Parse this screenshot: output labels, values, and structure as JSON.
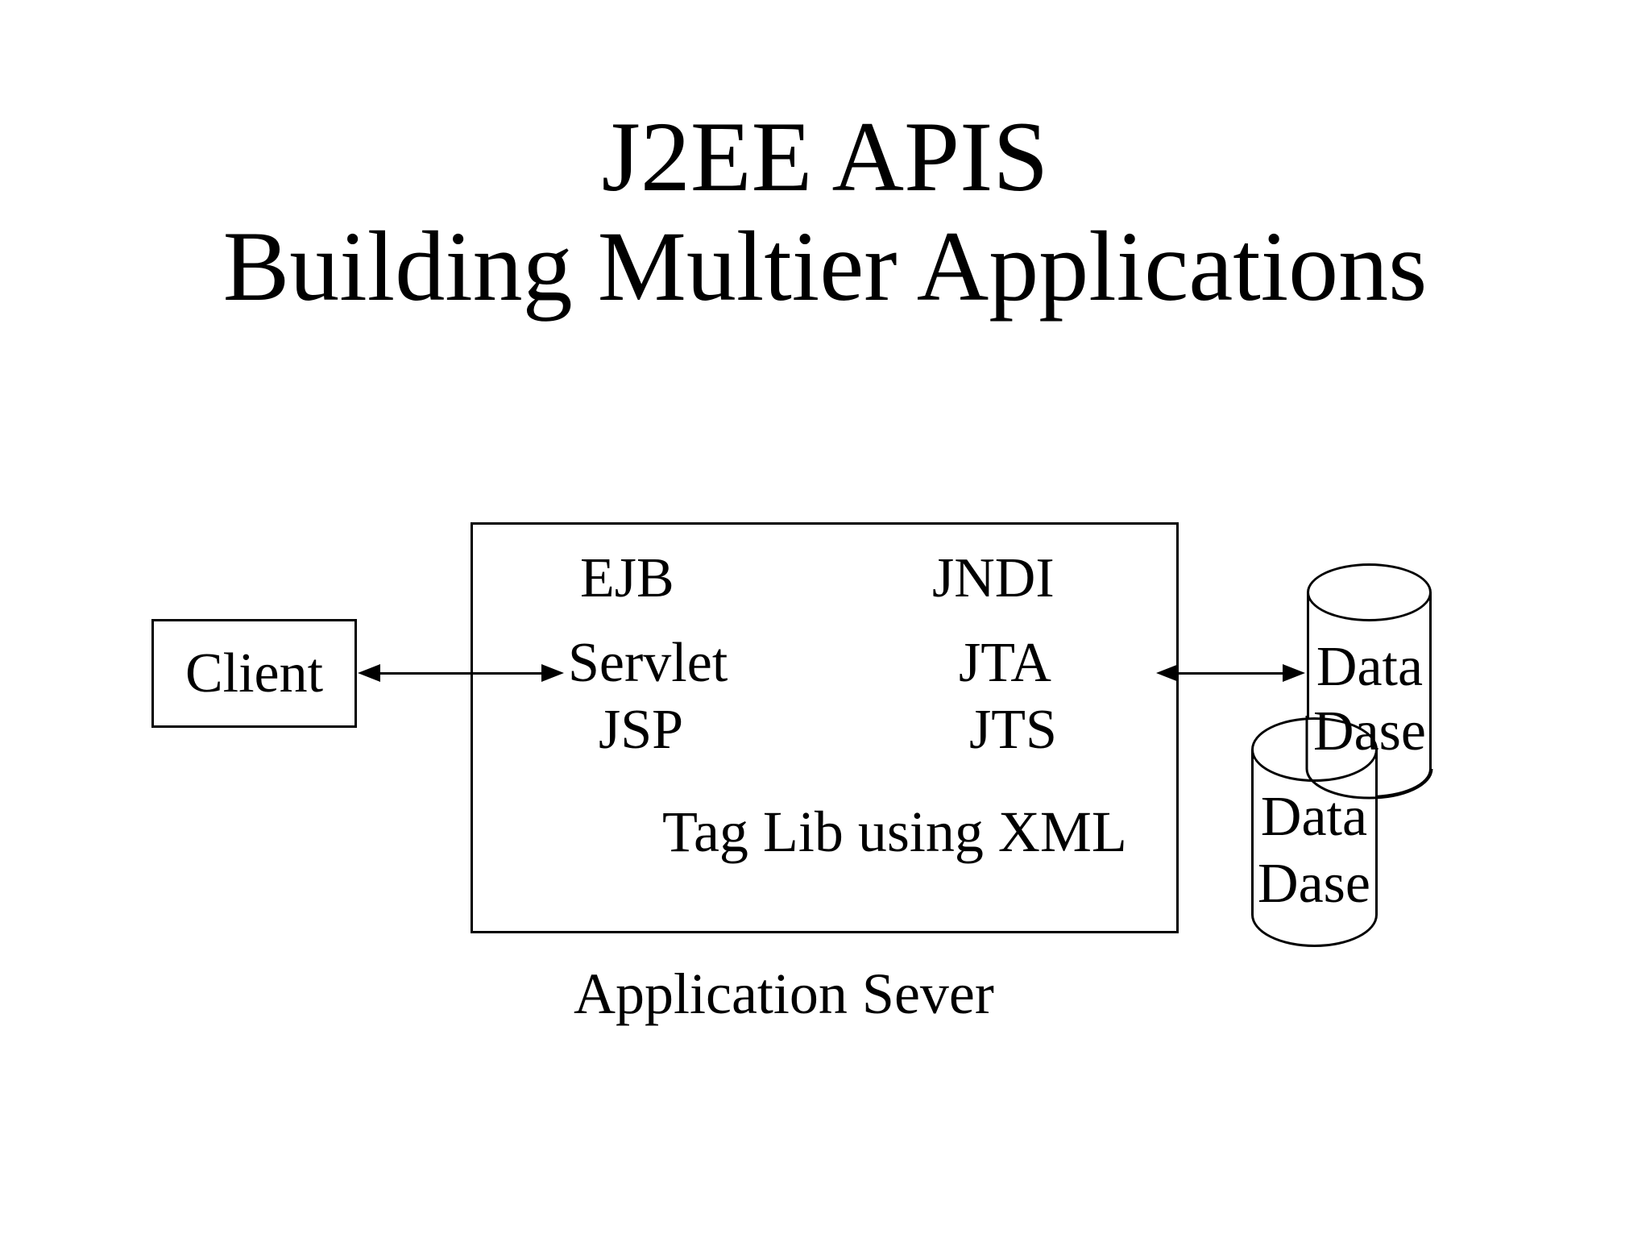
{
  "page": {
    "background": "#ffffff",
    "ink": "#000000"
  },
  "title": {
    "line1": "J2EE APIS",
    "line2": "Building Multier Applications"
  },
  "client": {
    "label": "Client"
  },
  "app_server": {
    "caption": "Application Sever",
    "apis": {
      "ejb": "EJB",
      "jndi": "JNDI",
      "servlet": "Servlet",
      "jta": "JTA",
      "jsp": "JSP",
      "jts": "JTS"
    },
    "taglib": "Tag Lib using XML"
  },
  "databases": {
    "back": {
      "line1": "Data",
      "line2": "Dase"
    },
    "front": {
      "line1": "Data",
      "line2": "Dase"
    }
  }
}
